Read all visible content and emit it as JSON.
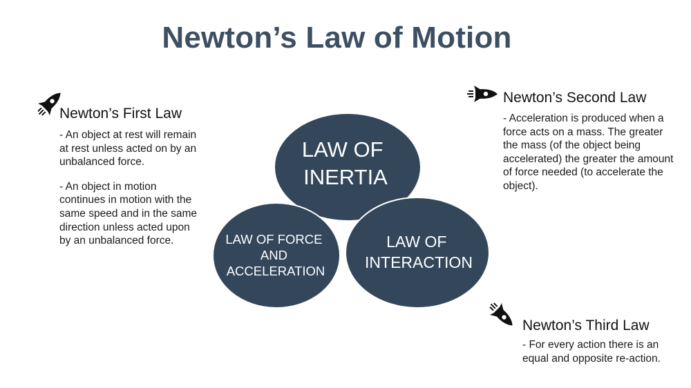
{
  "title": "Newton’s Law of Motion",
  "colors": {
    "circle_fill": "#33465a",
    "title": "#3d4f63"
  },
  "diagram": {
    "inertia": [
      "LAW OF",
      "INERTIA"
    ],
    "force": [
      "LAW OF FORCE",
      "AND",
      "ACCELERATION"
    ],
    "interaction": [
      "LAW OF",
      "INTERACTION"
    ]
  },
  "laws": {
    "first": {
      "icon": "rocket-icon",
      "heading": "Newton’s First Law",
      "paragraphs": [
        "- An object at rest will remain at rest unless acted on by an unbalanced force.",
        "- An object in motion continues in motion with the same speed and in the same direction unless acted upon by an unbalanced force."
      ]
    },
    "second": {
      "icon": "rocket-icon",
      "heading": "Newton’s Second Law",
      "paragraphs": [
        "- Acceleration is produced when a force acts on a mass. The greater the mass (of the object being accelerated) the greater the amount of force needed (to accelerate the object)."
      ]
    },
    "third": {
      "icon": "rocket-icon",
      "heading": "Newton’s Third Law",
      "paragraphs": [
        "- For every action there is an equal and opposite re-action."
      ]
    }
  }
}
